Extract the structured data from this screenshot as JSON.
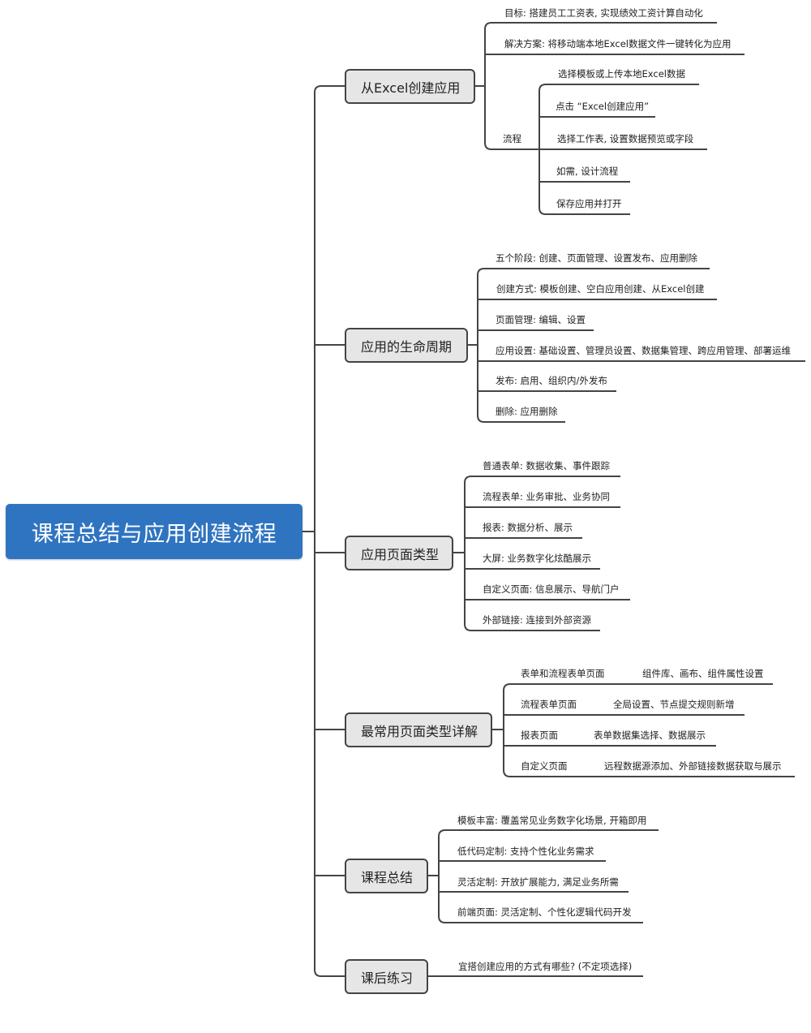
{
  "root": "课程总结与应用创建流程",
  "branches": [
    {
      "label": "从Excel创建应用",
      "items": [
        "目标: 搭建员工工资表, 实现绩效工资计算自动化",
        "解决方案: 将移动端本地Excel数据文件一键转化为应用",
        "流程"
      ],
      "flow_steps": [
        "选择模板或上传本地Excel数据",
        "点击 “Excel创建应用”",
        "选择工作表, 设置数据预览或字段",
        "如需, 设计流程",
        "保存应用并打开"
      ]
    },
    {
      "label": "应用的生命周期",
      "items": [
        "五个阶段: 创建、页面管理、设置发布、应用删除",
        "创建方式: 模板创建、空白应用创建、从Excel创建",
        "页面管理: 编辑、设置",
        "应用设置: 基础设置、管理员设置、数据集管理、跨应用管理、部署运维",
        "发布: 启用、组织内/外发布",
        "删除: 应用删除"
      ]
    },
    {
      "label": "应用页面类型",
      "items": [
        "普通表单: 数据收集、事件跟踪",
        "流程表单: 业务审批、业务协同",
        "报表: 数据分析、展示",
        "大屏: 业务数字化炫酷展示",
        "自定义页面: 信息展示、导航门户",
        "外部链接: 连接到外部资源"
      ]
    },
    {
      "label": "最常用页面类型详解",
      "details": [
        {
          "name": "表单和流程表单页面",
          "desc": "组件库、画布、组件属性设置"
        },
        {
          "name": "流程表单页面",
          "desc": "全局设置、节点提交规则新增"
        },
        {
          "name": "报表页面",
          "desc": "表单数据集选择、数据展示"
        },
        {
          "name": "自定义页面",
          "desc": "远程数据源添加、外部链接数据获取与展示"
        }
      ]
    },
    {
      "label": "课程总结",
      "items": [
        "模板丰富: 覆盖常见业务数字化场景, 开箱即用",
        "低代码定制: 支持个性化业务需求",
        "灵活定制: 开放扩展能力, 满足业务所需",
        "前端页面: 灵活定制、个性化逻辑代码开发"
      ]
    },
    {
      "label": "课后练习",
      "items": [
        "宜搭创建应用的方式有哪些? (不定项选择)"
      ]
    }
  ],
  "colors": {
    "root_fill": "#2f74c0",
    "branch_fill": "#e6e6e6",
    "line": "#444444"
  }
}
